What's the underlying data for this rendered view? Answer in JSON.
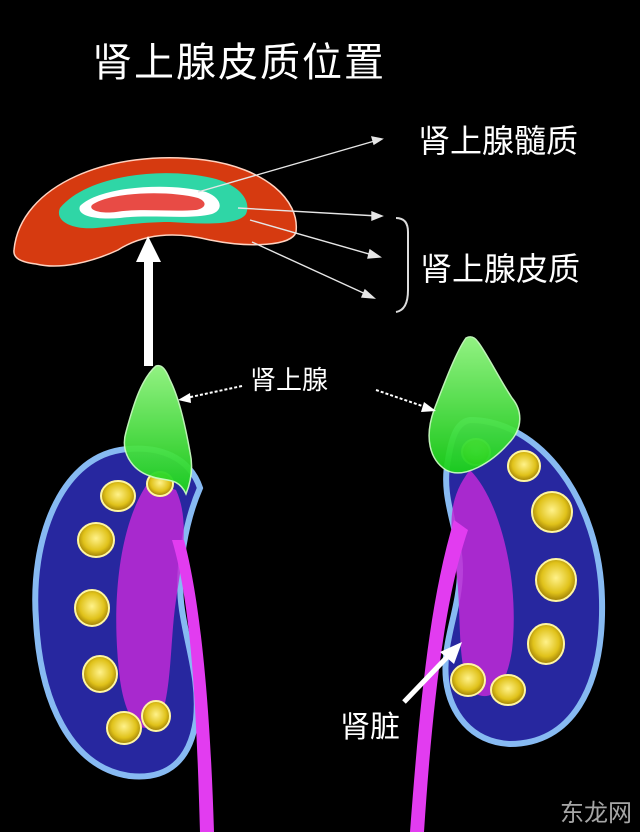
{
  "title": "肾上腺皮质位置",
  "labels": {
    "medulla": "肾上腺髓质",
    "cortex": "肾上腺皮质",
    "adrenal": "肾上腺",
    "kidney": "肾脏"
  },
  "watermark": "东龙网",
  "colors": {
    "background": "#000000",
    "cortex_outer": "#d63a10",
    "cortex_middle": "#2fd6a6",
    "medulla": "#e84b45",
    "adrenal_gland": "#3cf03c",
    "kidney_capsule": "#7fb2ff",
    "kidney_body": "#2a2aa8",
    "pelvis": "#e23cf0",
    "papilla": "#e0c21a"
  },
  "icons": [
    "up-arrow-icon",
    "pointer-arrow-icon"
  ]
}
